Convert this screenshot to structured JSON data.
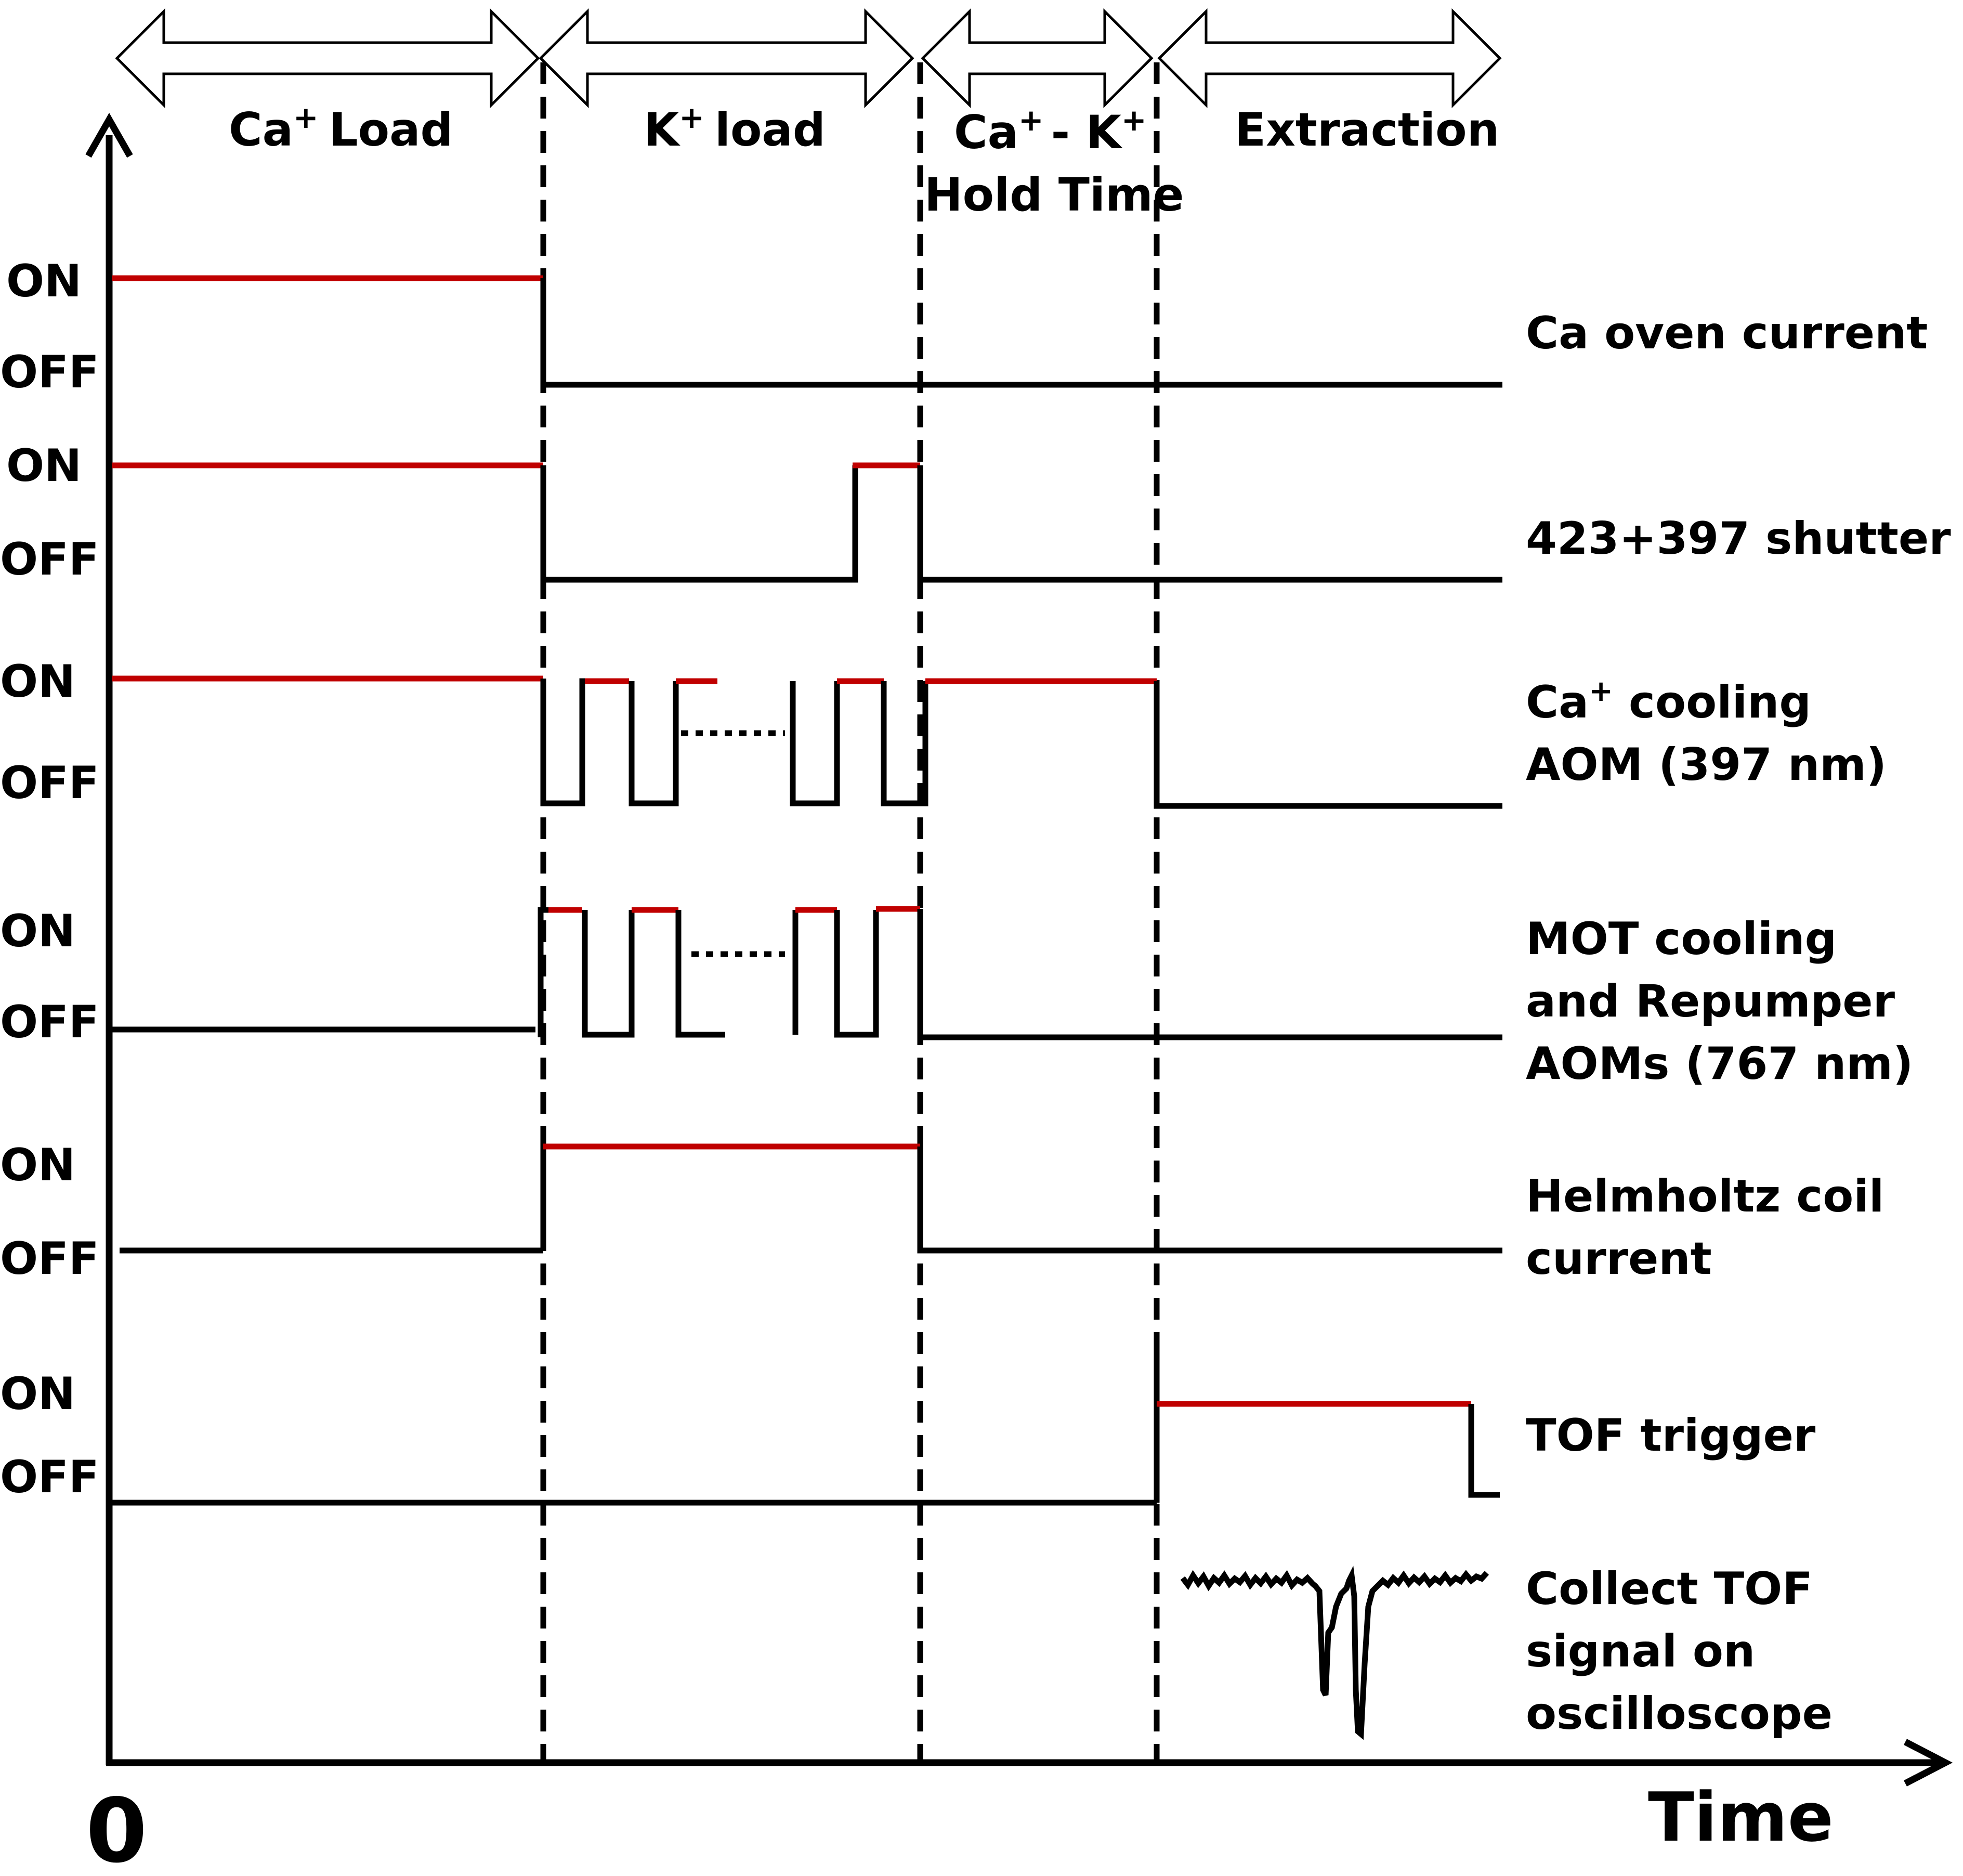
{
  "phases": [
    "Ca",
    "+",
    "Load",
    "K",
    "+",
    "load",
    "Ca",
    "+",
    "- K",
    "+",
    "Hold Time",
    "Extraction"
  ],
  "level_labels": {
    "on": "ON",
    "off": "OFF"
  },
  "signals": {
    "ca_oven": "Ca oven current",
    "shutter": "423+397 shutter",
    "ca_cool_1": "Ca",
    "ca_cool_sup": "+",
    "ca_cool_1b": " cooling",
    "ca_cool_2": "AOM (397 nm)",
    "mot_1": "MOT cooling",
    "mot_2": "and Repumper",
    "mot_3": "AOMs (767 nm)",
    "helm_1": "Helmholtz coil",
    "helm_2": "current",
    "tof_trigger": "TOF trigger",
    "collect_1": "Collect TOF",
    "collect_2": "signal on",
    "collect_3": "oscilloscope"
  },
  "axis": {
    "origin": "0",
    "x_label": "Time"
  },
  "colors": {
    "on_state": "#c00000",
    "off_state": "#000000"
  }
}
